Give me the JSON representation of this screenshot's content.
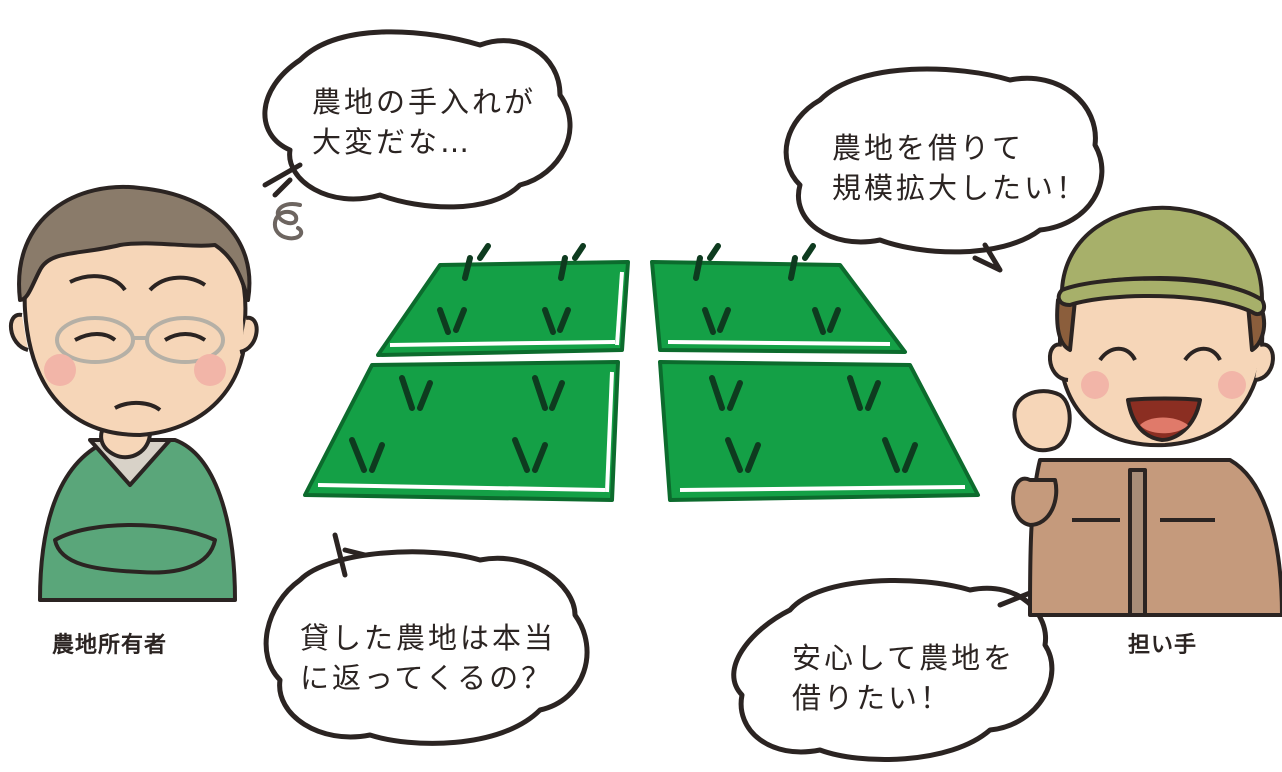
{
  "owner": {
    "label": "農地所有者",
    "thought": [
      "農地の手入れが",
      "大変だな…"
    ],
    "worry": [
      "貸した農地は本当",
      "に返ってくるの？"
    ]
  },
  "farmer": {
    "label": "担い手",
    "wish": [
      "農地を借りて",
      "規模拡大したい！"
    ],
    "reassure": [
      "安心して農地を",
      "借りたい！"
    ]
  },
  "colors": {
    "field_green": "#14a046",
    "field_dark": "#0c6b2d",
    "sprout": "#0e3b1f",
    "outline": "#2b2422",
    "owner_sweater": "#5aa67a",
    "farmer_jacket": "#c59a7c",
    "farmer_cap": "#a7b06a",
    "skin": "#f6d6b8",
    "hair": "#8a7b6a"
  }
}
